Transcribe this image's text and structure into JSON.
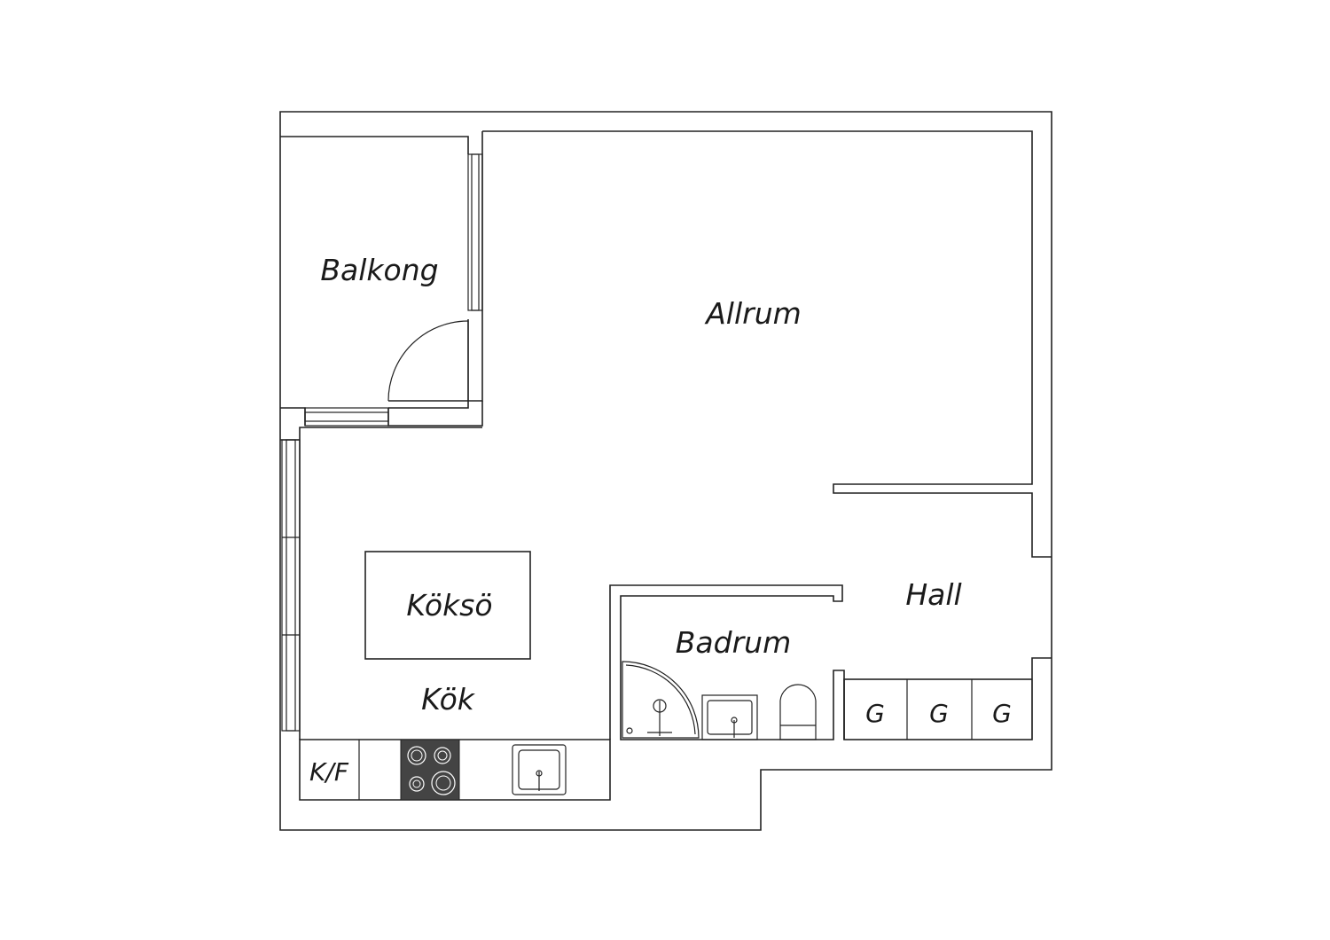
{
  "rooms": {
    "balkong": "Balkong",
    "allrum": "Allrum",
    "hall": "Hall",
    "koksoe": "Köksö",
    "badrum": "Badrum",
    "kok": "Kök",
    "kf": "K/F"
  },
  "closets": [
    "G",
    "G",
    "G"
  ],
  "colors": {
    "line": "#222222",
    "background": "#ffffff",
    "stove": "#444444"
  },
  "icons": [
    "door-swing-icon",
    "window-icon",
    "stove-icon",
    "kitchen-sink-icon",
    "shower-icon",
    "bathroom-sink-icon",
    "toilet-icon"
  ]
}
